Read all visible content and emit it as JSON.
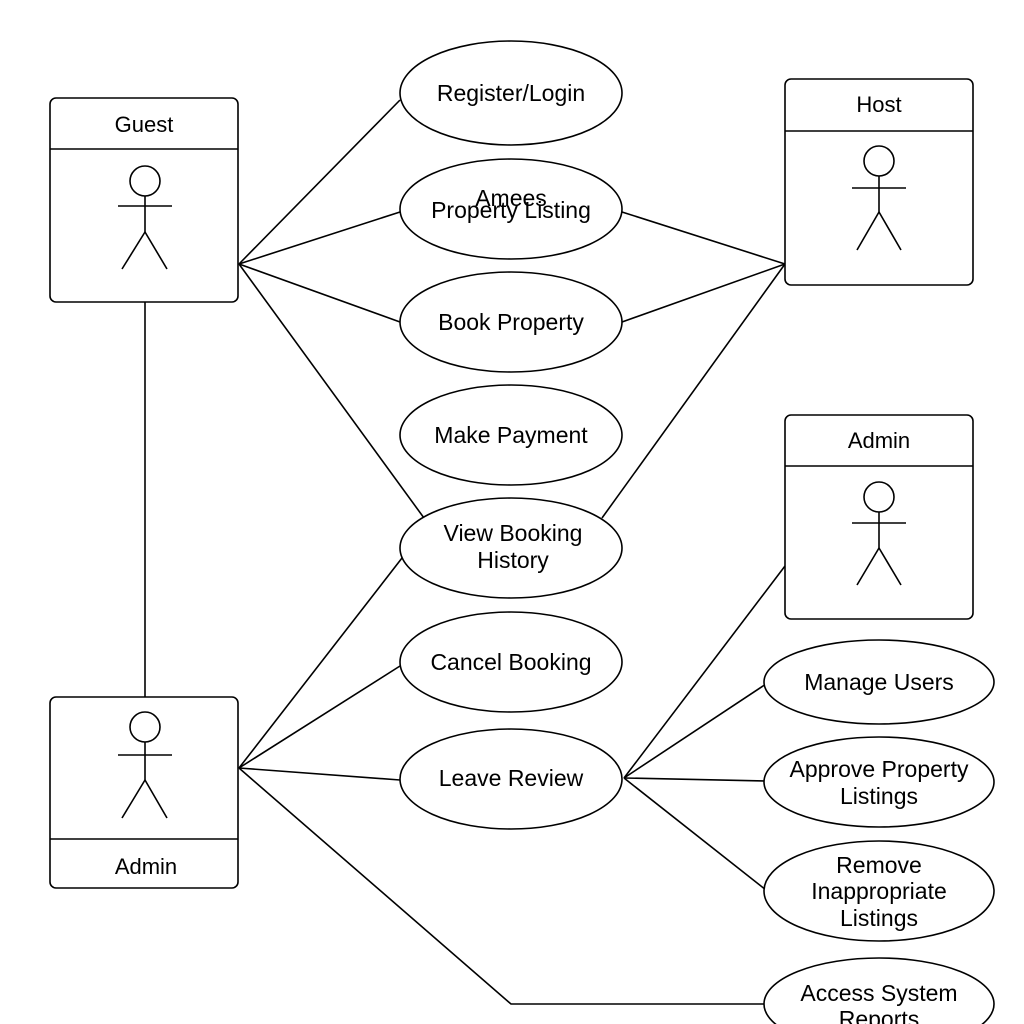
{
  "diagram": {
    "actors": {
      "guest": {
        "label": "Guest"
      },
      "host": {
        "label": "Host"
      },
      "admin_right": {
        "label": "Admin"
      },
      "admin_left": {
        "label": "Admin"
      }
    },
    "use_cases": {
      "register_login": {
        "lines": [
          "Register/Login"
        ]
      },
      "property_listing": {
        "lines": [
          "Property Listing"
        ],
        "overlay": "Amees"
      },
      "book_property": {
        "lines": [
          "Book Property"
        ]
      },
      "make_payment": {
        "lines": [
          "Make Payment"
        ]
      },
      "view_booking_history": {
        "lines": [
          "View Booking",
          "History"
        ]
      },
      "cancel_booking": {
        "lines": [
          "Cancel Booking"
        ]
      },
      "leave_review": {
        "lines": [
          "Leave Review"
        ]
      },
      "manage_users": {
        "lines": [
          "Manage Users"
        ]
      },
      "approve_property_listings": {
        "lines": [
          "Approve Property",
          "Listings"
        ]
      },
      "remove_inappropriate_listings": {
        "lines": [
          "Remove",
          "Inappropriate",
          "Listings"
        ]
      },
      "access_system_reports": {
        "lines": [
          "Access System",
          "Reports"
        ]
      }
    }
  }
}
